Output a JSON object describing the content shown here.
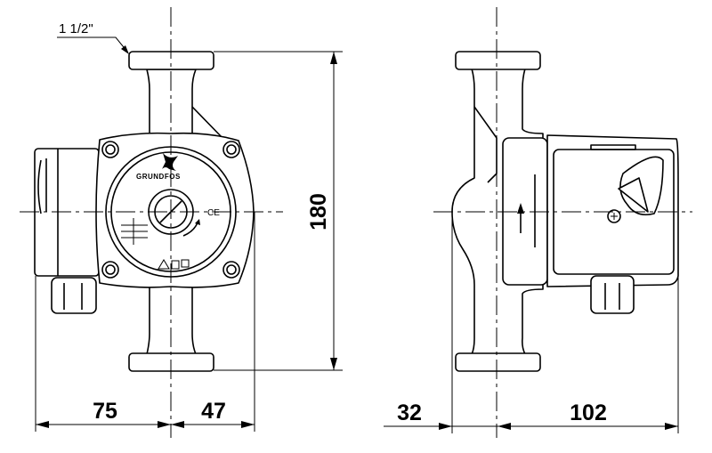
{
  "drawing": {
    "connection_label": "1 1/2\"",
    "brand": "GRUNDFOS",
    "ce_mark": "CE",
    "dimensions": {
      "height": "180",
      "front_left": "75",
      "front_right": "47",
      "side_left": "32",
      "side_right": "102"
    }
  }
}
